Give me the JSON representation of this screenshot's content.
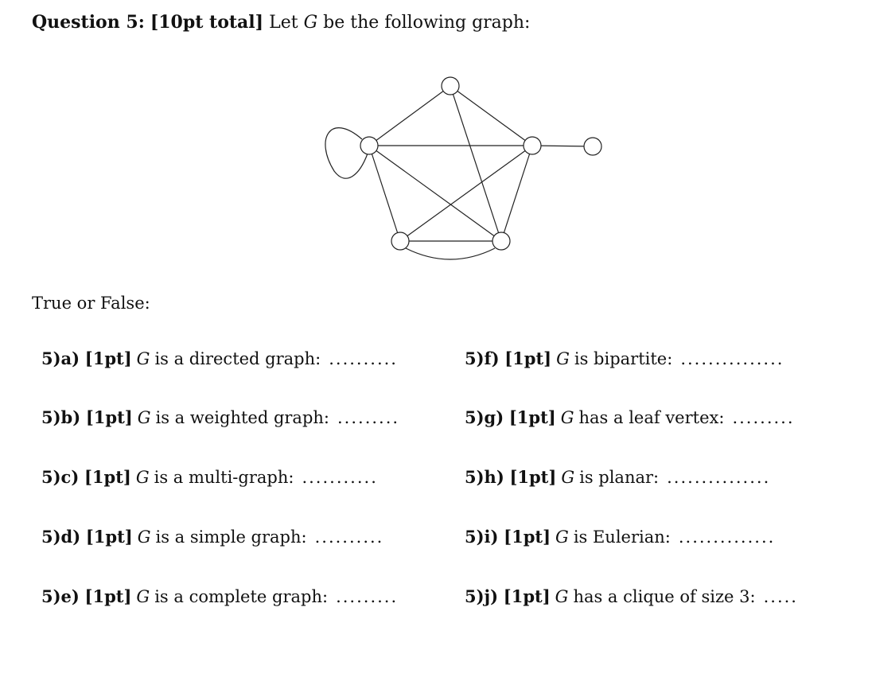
{
  "header": {
    "question": "Question 5:",
    "points": "[10pt total]",
    "pre": "Let",
    "math": "G",
    "post": "be the following graph:"
  },
  "graph": {
    "vertices": [
      "top",
      "upper-left",
      "upper-right",
      "pendant",
      "bottom-left",
      "bottom-right"
    ],
    "edges": [
      [
        "top",
        "upper-left"
      ],
      [
        "top",
        "upper-right"
      ],
      [
        "top",
        "bottom-right"
      ],
      [
        "upper-left",
        "upper-right"
      ],
      [
        "upper-left",
        "bottom-left"
      ],
      [
        "upper-left",
        "bottom-right"
      ],
      [
        "upper-right",
        "bottom-left"
      ],
      [
        "upper-right",
        "bottom-right"
      ],
      [
        "upper-right",
        "pendant"
      ],
      [
        "bottom-left",
        "bottom-right"
      ],
      [
        "bottom-left",
        "bottom-right"
      ],
      [
        "upper-left",
        "upper-left"
      ]
    ]
  },
  "true_false": "True or False:",
  "items": [
    {
      "label": "5)a)",
      "points": "[1pt]",
      "var": "G",
      "text": "is a directed graph:",
      "blank": ".........."
    },
    {
      "label": "5)b)",
      "points": "[1pt]",
      "var": "G",
      "text": "is a weighted graph:",
      "blank": "........."
    },
    {
      "label": "5)c)",
      "points": "[1pt]",
      "var": "G",
      "text": "is a multi-graph:",
      "blank": "..........."
    },
    {
      "label": "5)d)",
      "points": "[1pt]",
      "var": "G",
      "text": "is a simple graph:",
      "blank": ".........."
    },
    {
      "label": "5)e)",
      "points": "[1pt]",
      "var": "G",
      "text": "is a complete graph:",
      "blank": "........."
    },
    {
      "label": "5)f)",
      "points": "[1pt]",
      "var": "G",
      "text": "is bipartite:",
      "blank": "..............."
    },
    {
      "label": "5)g)",
      "points": "[1pt]",
      "var": "G",
      "text": "has a leaf vertex:",
      "blank": "........."
    },
    {
      "label": "5)h)",
      "points": "[1pt]",
      "var": "G",
      "text": "is planar:",
      "blank": "..............."
    },
    {
      "label": "5)i)",
      "points": "[1pt]",
      "var": "G",
      "text": "is Eulerian:",
      "blank": ".............."
    },
    {
      "label": "5)j)",
      "points": "[1pt]",
      "var": "G",
      "text": "has a clique of size 3:",
      "blank": "....."
    }
  ]
}
